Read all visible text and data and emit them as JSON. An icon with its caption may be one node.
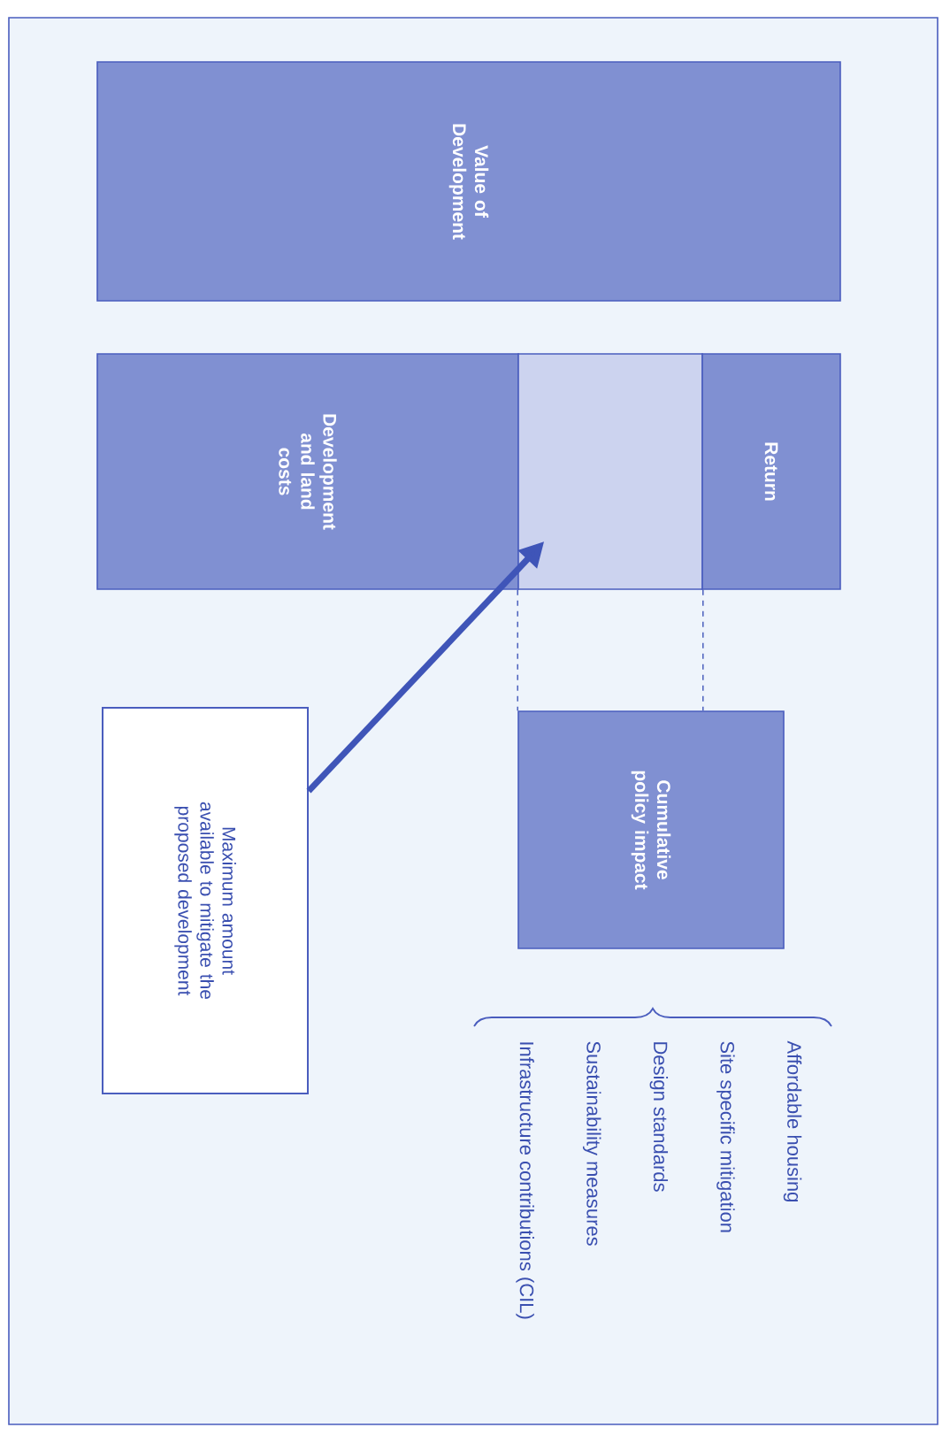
{
  "diagram": {
    "nodes": [
      {
        "text": [
          "Value of Development"
        ]
      },
      {
        "text": [
          "Development and land costs"
        ]
      },
      {
        "text": [],
        "shape": "box"
      },
      {
        "text": [
          "Return"
        ]
      },
      {
        "text": [
          "Cumulative policy impact"
        ]
      },
      {
        "text": [
          "Maximum amount available to mitigate the proposed development"
        ]
      }
    ],
    "edges": [
      {
        "from": 5,
        "to": 2,
        "arrow": "to",
        "style": "thick"
      },
      {
        "from": 2,
        "to": 4,
        "arrow": "none",
        "style": "dashed"
      },
      {
        "from": 2,
        "to": 4,
        "arrow": "none",
        "style": "dashed"
      }
    ],
    "labels": [
      "Affordable housing",
      "Site specific mitigation",
      "Design standards",
      "Sustainability measures",
      "Infrastructure contributions (CIL)"
    ]
  }
}
